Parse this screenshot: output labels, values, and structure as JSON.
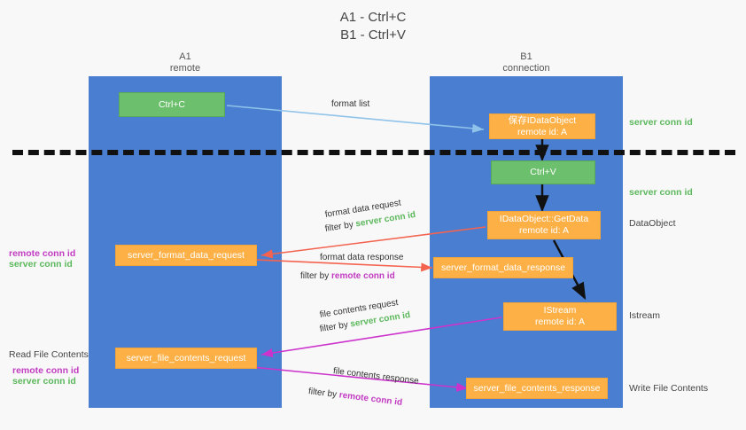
{
  "title": {
    "line1": "A1 - Ctrl+C",
    "line2": "B1 - Ctrl+V"
  },
  "lanes": [
    {
      "name": "A1",
      "sub": "remote"
    },
    {
      "name": "B1",
      "sub": "connection"
    }
  ],
  "colors": {
    "lane": "#4a7ed0",
    "green_box": "#6cbf6c",
    "orange_box": "#fcb046",
    "server_conn": "#5cb85c",
    "remote_conn": "#c23bc2",
    "arrow_format_list": "#8fc3ea",
    "arrow_format_data": "#f4634f",
    "arrow_file_contents": "#cc33cc",
    "arrow_internal": "#111111",
    "divider": "#111111",
    "background": "#f8f8f8"
  },
  "boxes": {
    "ctrl_c": {
      "line1": "Ctrl+C"
    },
    "save_idataobject": {
      "line1": "保存IDataObject",
      "line2": "remote id: A"
    },
    "ctrl_v": {
      "line1": "Ctrl+V"
    },
    "getdata": {
      "line1": "IDataObject::GetData",
      "line2": "remote id: A"
    },
    "istream": {
      "line1": "IStream",
      "line2": "remote id: A"
    },
    "server_format_data_request": {
      "line1": "server_format_data_request"
    },
    "server_format_data_response": {
      "line1": "server_format_data_response"
    },
    "server_file_contents_request": {
      "line1": "server_file_contents_request"
    },
    "server_file_contents_response": {
      "line1": "server_file_contents_response"
    }
  },
  "side_notes": {
    "server_conn_id_top": "server conn id",
    "server_conn_id_mid": "server conn id",
    "dataobject": "DataObject",
    "istream": "Istream",
    "write_file_contents": "Write File Contents",
    "read_file_contents": "Read File Contents",
    "left_remote_conn_id_1": "remote conn id",
    "left_server_conn_id_1": "server conn id",
    "left_remote_conn_id_2": "remote conn id",
    "left_server_conn_id_2": "server conn id"
  },
  "edge_labels": {
    "format_list": "format list",
    "format_data_request": "format data request",
    "format_data_request_filter_prefix": "filter by ",
    "format_data_request_filter_value": "server conn id",
    "format_data_response": "format data response",
    "format_data_response_filter_prefix": "filter by ",
    "format_data_response_filter_value": "remote conn id",
    "file_contents_request": "file contents request",
    "file_contents_request_filter_prefix": "filter by ",
    "file_contents_request_filter_value": "server conn id",
    "file_contents_response": "file contents response",
    "file_contents_response_filter_prefix": "filter by ",
    "file_contents_response_filter_value": "remote conn id"
  }
}
